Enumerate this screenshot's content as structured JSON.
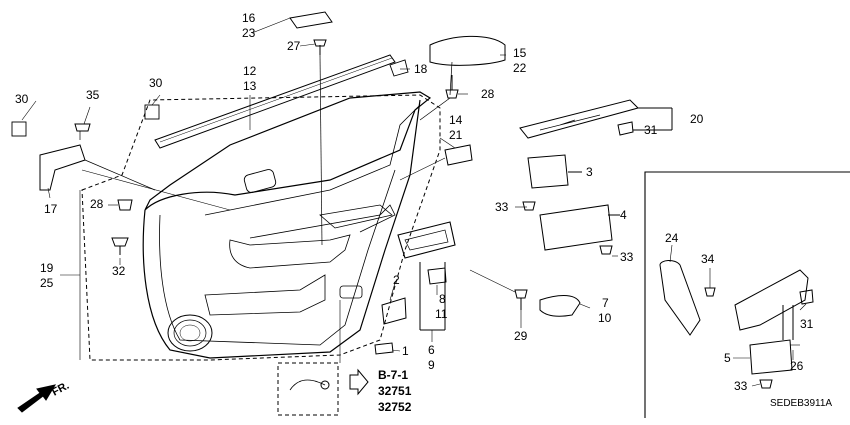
{
  "callouts": {
    "p1": "1",
    "p2": "2",
    "p3": "3",
    "p4": "4",
    "p5": "5",
    "p6": "6",
    "p7": "7",
    "p8": "8",
    "p9": "9",
    "p10": "10",
    "p11": "11",
    "p12": "12",
    "p13": "13",
    "p14": "14",
    "p15": "15",
    "p16": "16",
    "p17": "17",
    "p18": "18",
    "p19": "19",
    "p20": "20",
    "p21": "21",
    "p22": "22",
    "p23": "23",
    "p24": "24",
    "p25": "25",
    "p26": "26",
    "p27": "27",
    "p28a": "28",
    "p28b": "28",
    "p29": "29",
    "p30a": "30",
    "p30b": "30",
    "p31a": "31",
    "p31b": "31",
    "p32": "32",
    "p33a": "33",
    "p33b": "33",
    "p33c": "33",
    "p34": "34",
    "p35": "35"
  },
  "reference": {
    "section": "B-7-1",
    "part_a": "32751",
    "part_b": "32752"
  },
  "direction_label": "FR.",
  "diagram_code": "SEDEB3911A"
}
